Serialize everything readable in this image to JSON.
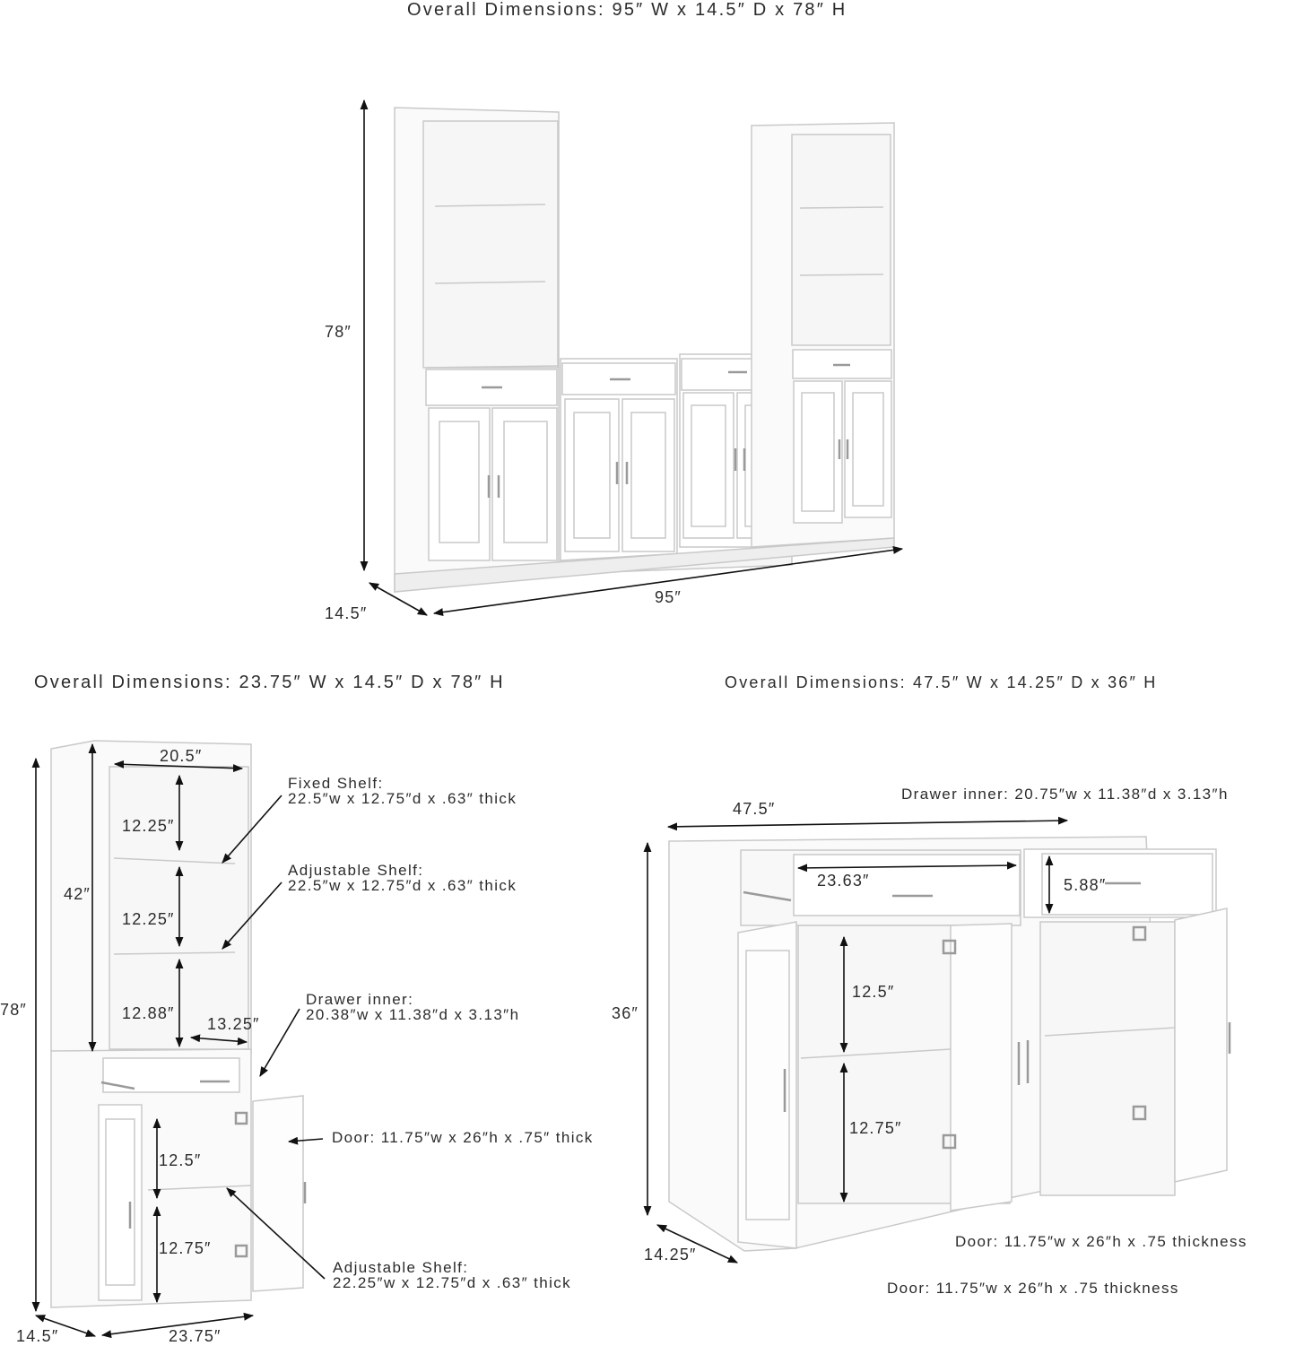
{
  "top": {
    "title": "Overall Dimensions: 95″ W x 14.5″ D x 78″ H",
    "height": "78″",
    "depth": "14.5″",
    "width": "95″"
  },
  "left": {
    "title": "Overall Dimensions: 23.75″ W x 14.5″ D x 78″ H",
    "height": "78″",
    "upper_height": "42″",
    "inner_width": "20.5″",
    "shelf_gap_1": "12.25″",
    "shelf_gap_2": "12.25″",
    "shelf_gap_3": "12.88″",
    "inner_depth": "13.25″",
    "cab_gap_1": "12.5″",
    "cab_gap_2": "12.75″",
    "depth": "14.5″",
    "width": "23.75″",
    "fixed_shelf_label": "Fixed Shelf:",
    "fixed_shelf_dims": "22.5″w x 12.75″d x .63″ thick",
    "adj_shelf_label": "Adjustable Shelf:",
    "adj_shelf_dims": "22.5″w x 12.75″d x .63″ thick",
    "drawer_label": "Drawer inner:",
    "drawer_dims": "20.38″w x 11.38″d x 3.13″h",
    "door": "Door: 11.75″w x 26″h x .75″ thick",
    "adj_shelf2_label": "Adjustable Shelf:",
    "adj_shelf2_dims": "22.25″w x 12.75″d x .63″ thick"
  },
  "right": {
    "title": "Overall Dimensions: 47.5″ W x 14.25″ D x 36″ H",
    "width": "47.5″",
    "drawer_inner": "Drawer inner: 20.75″w x 11.38″d x 3.13″h",
    "drawer_width": "23.63″",
    "drawer_height": "5.88″",
    "height": "36″",
    "gap_1": "12.5″",
    "gap_2": "12.75″",
    "depth": "14.25″",
    "door_1": "Door: 11.75″w x 26″h x .75 thickness",
    "door_2": "Door: 11.75″w x 26″h x .75 thickness"
  }
}
